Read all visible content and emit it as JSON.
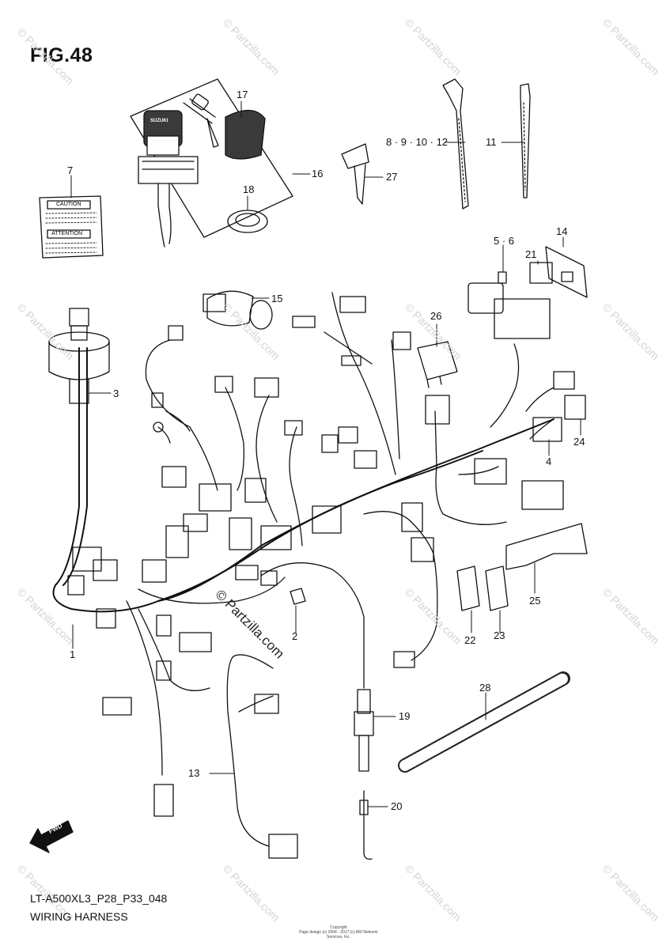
{
  "figure": {
    "title": "FIG.48"
  },
  "footer": {
    "model_code": "LT-A500XL3_P28_P33_048",
    "section_name": "WIRING HARNESS",
    "copyright_line1": "Copyright",
    "copyright_line2": "Page design (c) 2004 - 2017 (c) ARI Network Services, Inc."
  },
  "watermark": {
    "text": "© Partzilla.com"
  },
  "label_plate": {
    "caution_text": "CAUTION",
    "attention_text": "ATTENTION"
  },
  "ignition_brand": "SUZUKI",
  "fwd_arrow_label": "FWD",
  "callouts": [
    {
      "id": "c1",
      "text": "1"
    },
    {
      "id": "c2",
      "text": "2"
    },
    {
      "id": "c3",
      "text": "3"
    },
    {
      "id": "c4",
      "text": "4"
    },
    {
      "id": "c56",
      "text": "5 · 6"
    },
    {
      "id": "c7",
      "text": "7"
    },
    {
      "id": "c891012",
      "text": "8 · 9 · 10 · 12"
    },
    {
      "id": "c11",
      "text": "11"
    },
    {
      "id": "c13",
      "text": "13"
    },
    {
      "id": "c14",
      "text": "14"
    },
    {
      "id": "c15",
      "text": "15"
    },
    {
      "id": "c16",
      "text": "16"
    },
    {
      "id": "c17",
      "text": "17"
    },
    {
      "id": "c18",
      "text": "18"
    },
    {
      "id": "c19",
      "text": "19"
    },
    {
      "id": "c20",
      "text": "20"
    },
    {
      "id": "c21",
      "text": "21"
    },
    {
      "id": "c22",
      "text": "22"
    },
    {
      "id": "c23",
      "text": "23"
    },
    {
      "id": "c24",
      "text": "24"
    },
    {
      "id": "c25",
      "text": "25"
    },
    {
      "id": "c26",
      "text": "26"
    },
    {
      "id": "c27",
      "text": "27"
    },
    {
      "id": "c28",
      "text": "28"
    }
  ]
}
